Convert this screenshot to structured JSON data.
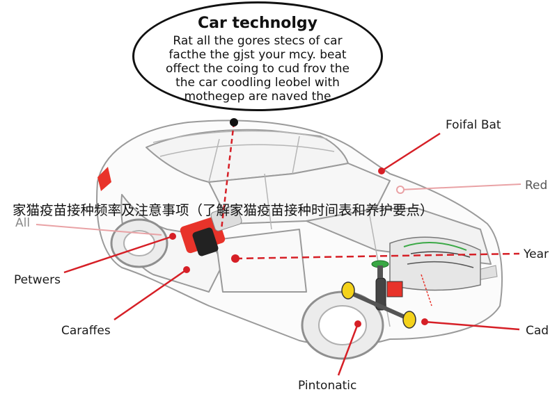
{
  "bubble": {
    "title": "Car technolgy",
    "lines": [
      "Rat all the gores stecs of car",
      "facthe the gjst your mcy. beat",
      "offect the coing to cud frov the",
      "the car coodling leobel with",
      "mothegep are naved the"
    ]
  },
  "labels": {
    "foifal_bat": "Foifal Bat",
    "red": "Red",
    "all": "All",
    "year": "Year",
    "petwers": "Petwers",
    "caraffes": "Caraffes",
    "cad": "Cad",
    "pintonatic": "Pintonatic"
  },
  "banner": "家猫疫苗接种频率及注意事项（了解家猫疫苗接种时间表和养护要点）",
  "colors": {
    "callout": "#d61f26",
    "car_outline": "#9a9a9a",
    "car_fill": "#fbfbfb",
    "part_red": "#e8332a",
    "part_yellow": "#f4d21a",
    "part_green": "#3aa845"
  },
  "icons": [
    "speech-bubble-icon",
    "car-illustration"
  ]
}
